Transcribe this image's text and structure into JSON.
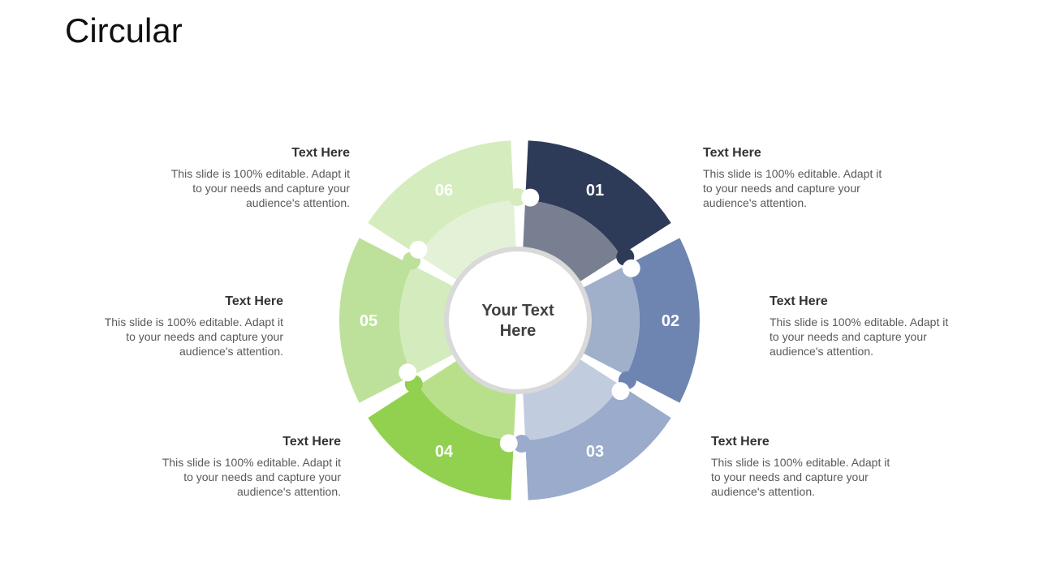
{
  "title": "Circular",
  "center": {
    "line1": "Your Text",
    "line2": "Here"
  },
  "segments": [
    {
      "num": "01",
      "outer": "#2e3b58",
      "inner": "#777f90"
    },
    {
      "num": "02",
      "outer": "#6e85b1",
      "inner": "#a0afca"
    },
    {
      "num": "03",
      "outer": "#9aabcb",
      "inner": "#c2ccdf"
    },
    {
      "num": "04",
      "outer": "#92d050",
      "inner": "#b8e08a"
    },
    {
      "num": "05",
      "outer": "#bde19a",
      "inner": "#d3ebbd"
    },
    {
      "num": "06",
      "outer": "#d5ecbf",
      "inner": "#e3f2d6"
    }
  ],
  "blocks": [
    {
      "heading": "Text Here",
      "body": "This slide is 100% editable. Adapt it to your needs and capture your audience's attention."
    },
    {
      "heading": "Text Here",
      "body": "This slide is 100% editable. Adapt it to your needs and capture your audience's attention."
    },
    {
      "heading": "Text Here",
      "body": "This slide is 100% editable. Adapt it to your needs and capture your audience's attention."
    },
    {
      "heading": "Text Here",
      "body": "This slide is 100% editable. Adapt it to your needs and capture your audience's attention."
    },
    {
      "heading": "Text Here",
      "body": "This slide is 100% editable. Adapt it to your needs and capture your audience's attention."
    },
    {
      "heading": "Text Here",
      "body": "This slide is 100% editable. Adapt it to your needs and capture your audience's attention."
    }
  ]
}
